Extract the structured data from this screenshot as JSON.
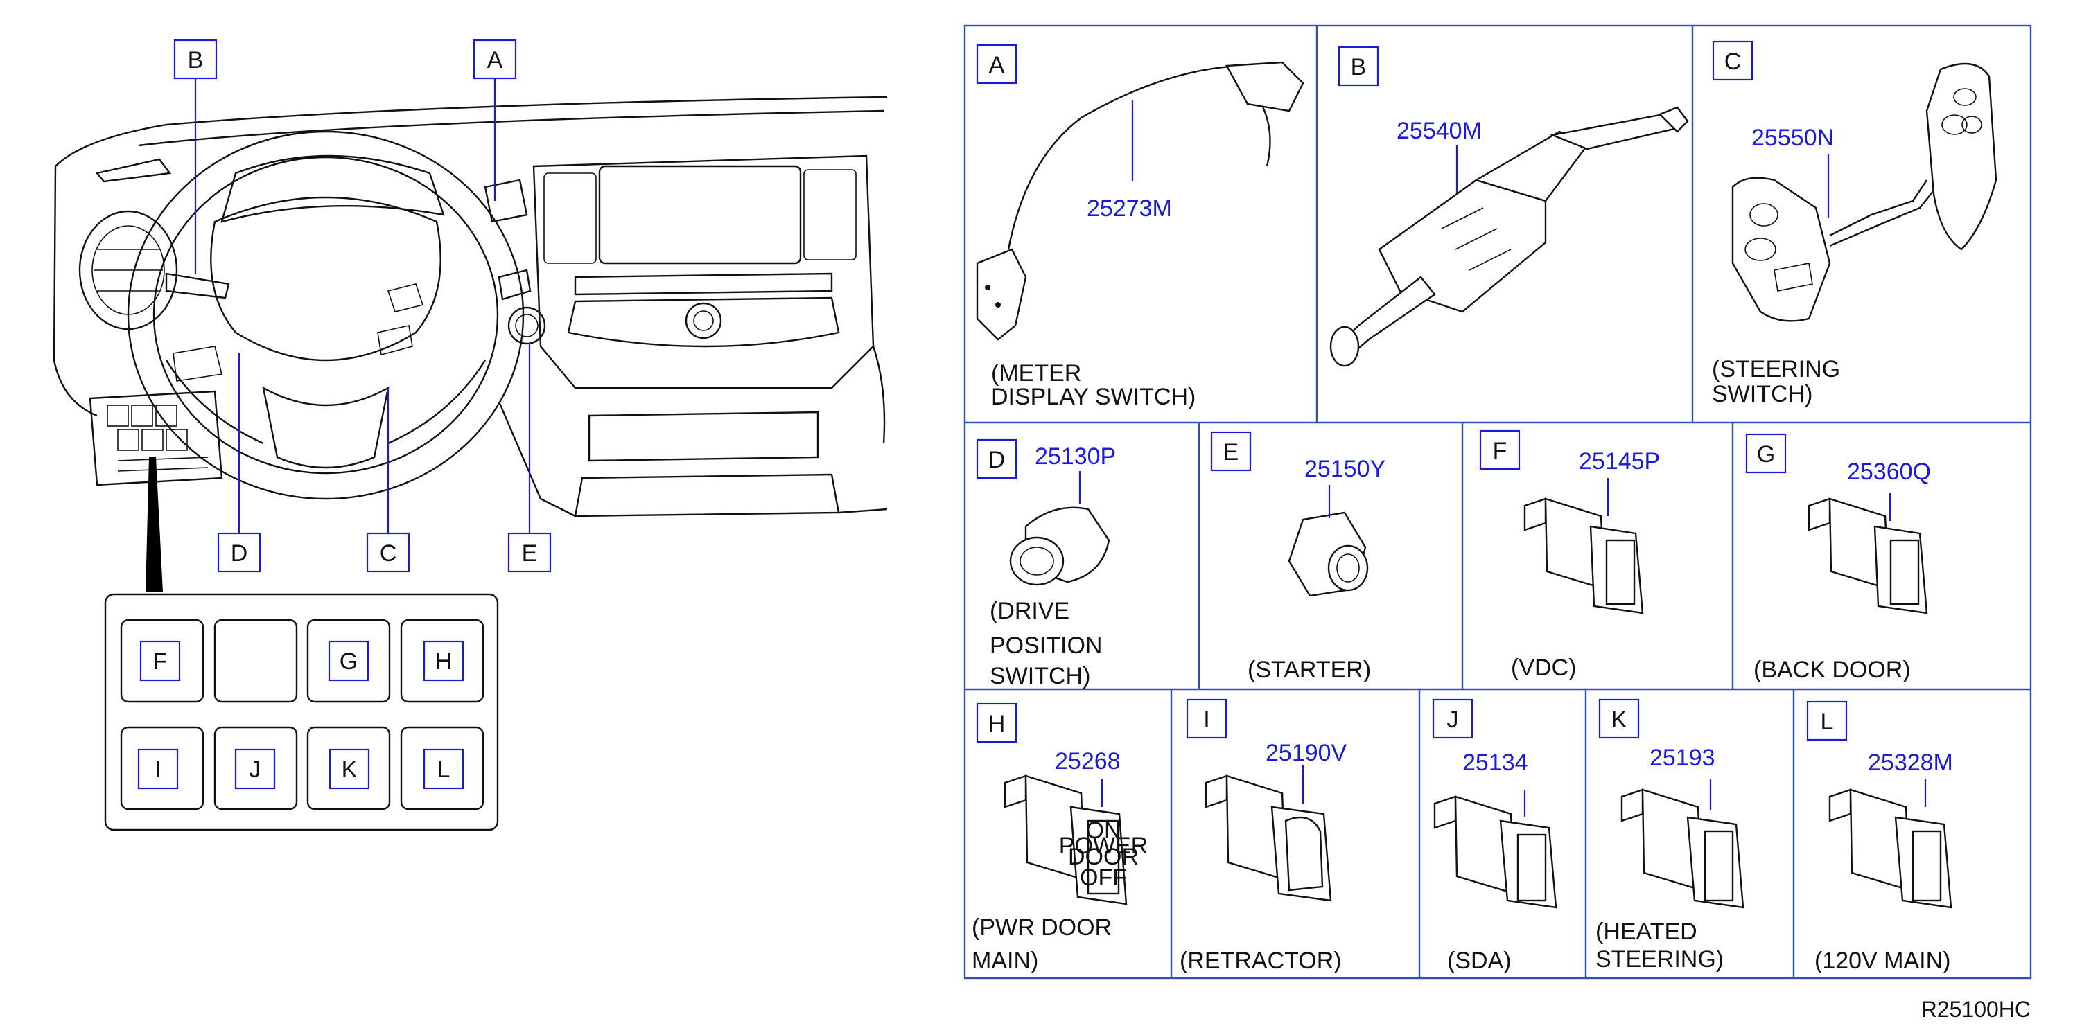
{
  "dashboard": {
    "callouts": [
      {
        "id": "B",
        "letter": "B"
      },
      {
        "id": "A",
        "letter": "A"
      },
      {
        "id": "D",
        "letter": "D"
      },
      {
        "id": "C",
        "letter": "C"
      },
      {
        "id": "E",
        "letter": "E"
      }
    ],
    "switch_panel": {
      "cells": [
        "F",
        "",
        "G",
        "H",
        "I",
        "J",
        "K",
        "L"
      ]
    }
  },
  "parts": [
    {
      "letter": "A",
      "part_no": "25273M",
      "caption": [
        "(METER",
        "DISPLAY SWITCH)"
      ]
    },
    {
      "letter": "B",
      "part_no": "25540M",
      "caption": []
    },
    {
      "letter": "C",
      "part_no": "25550N",
      "caption": [
        "(STEERING",
        "SWITCH)"
      ]
    },
    {
      "letter": "D",
      "part_no": "25130P",
      "caption": [
        "(DRIVE",
        "POSITION",
        "SWITCH)"
      ]
    },
    {
      "letter": "E",
      "part_no": "25150Y",
      "caption": [
        "(STARTER)"
      ]
    },
    {
      "letter": "F",
      "part_no": "25145P",
      "caption": [
        "(VDC)"
      ]
    },
    {
      "letter": "G",
      "part_no": "25360Q",
      "caption": [
        "(BACK   DOOR)"
      ]
    },
    {
      "letter": "H",
      "part_no": "25268",
      "caption": [
        "(PWR   DOOR",
        "MAIN)"
      ]
    },
    {
      "letter": "I",
      "part_no": "25190V",
      "caption": [
        "(RETRACTOR)"
      ]
    },
    {
      "letter": "J",
      "part_no": "25134",
      "caption": [
        "(SDA)"
      ]
    },
    {
      "letter": "K",
      "part_no": "25193",
      "caption": [
        "(HEATED",
        "STEERING)"
      ]
    },
    {
      "letter": "L",
      "part_no": "25328M",
      "caption": [
        "(120V   MAIN)"
      ]
    }
  ],
  "switch_face_text": [
    "ON",
    "POWER",
    "DOOR",
    "OFF"
  ],
  "reference_code": "R25100HC"
}
